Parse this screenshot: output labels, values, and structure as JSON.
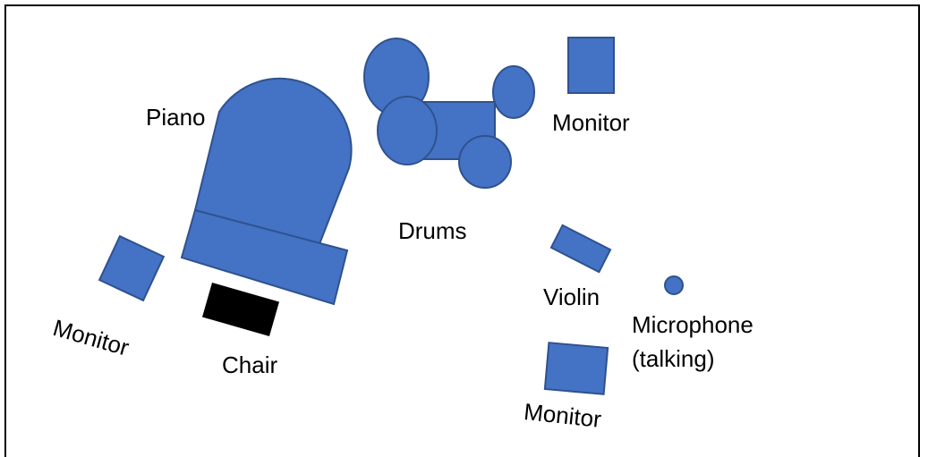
{
  "colors": {
    "shape_fill": "#4472C4",
    "shape_stroke": "#2F528F",
    "chair": "#000000",
    "frame": "#000000"
  },
  "labels": {
    "piano": "Piano",
    "drums": "Drums",
    "monitor_top": "Monitor",
    "monitor_left": "Monitor",
    "chair": "Chair",
    "violin": "Violin",
    "microphone_line1": "Microphone",
    "microphone_line2": "(talking)",
    "monitor_bottom": "Monitor"
  }
}
